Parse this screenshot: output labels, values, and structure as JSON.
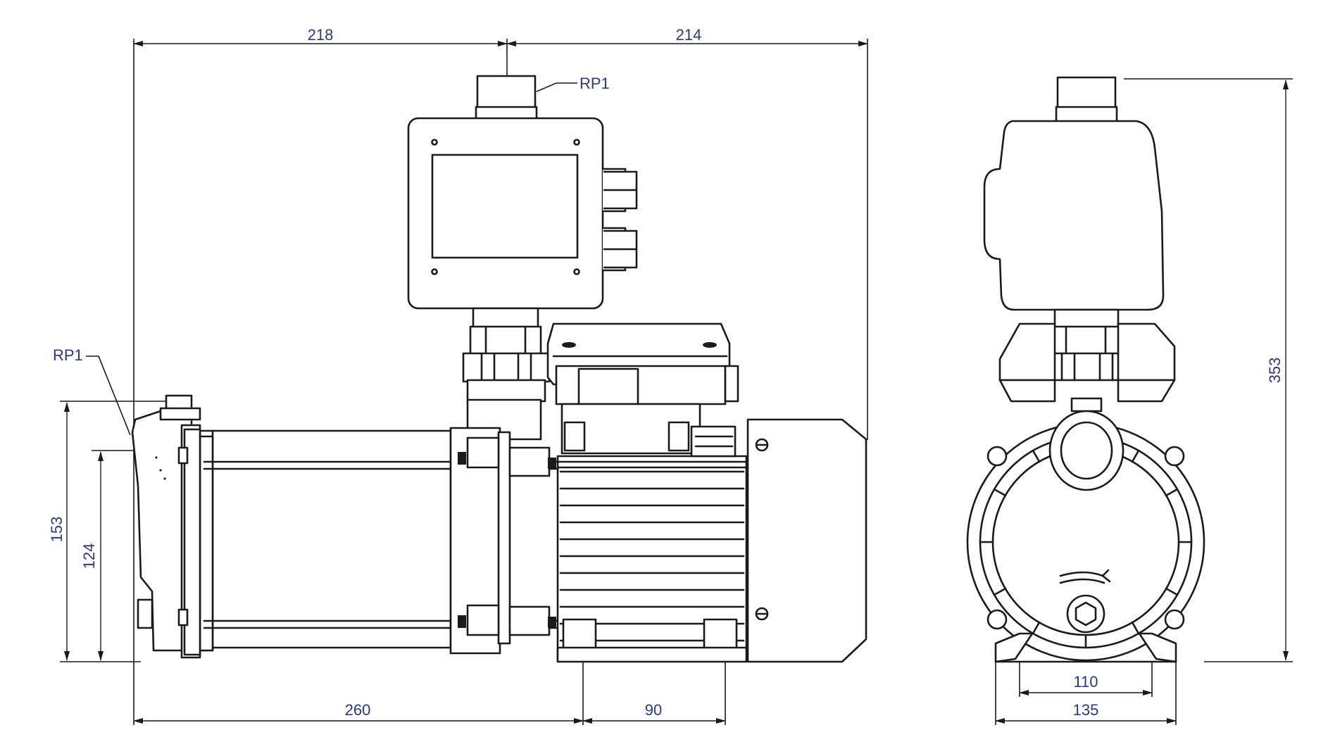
{
  "drawing": {
    "views": [
      "side-view",
      "front-view"
    ],
    "dimensions": {
      "top_left": "218",
      "top_right": "214",
      "height_overall_left": "153",
      "height_outlet": "124",
      "length_base": "260",
      "foot_spacing_side": "90",
      "overall_height": "353",
      "foot_spacing_front": "110",
      "base_width": "135"
    },
    "labels": {
      "outlet_connection": "RP1",
      "inlet_connection": "RP1"
    }
  }
}
